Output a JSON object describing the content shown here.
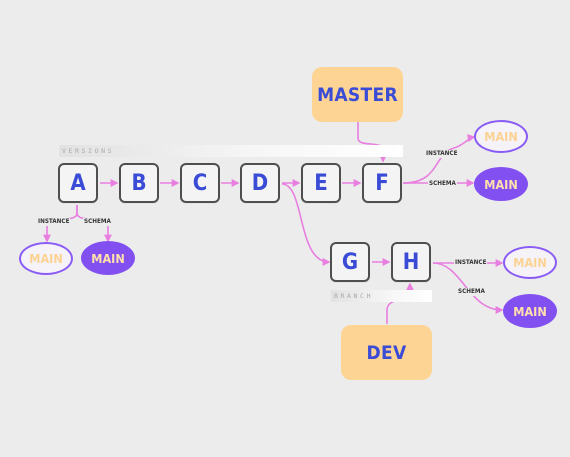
{
  "versions_label": "VERSIONS",
  "branch_label": "BRANCH",
  "commits": [
    {
      "id": "A",
      "label": "A"
    },
    {
      "id": "B",
      "label": "B"
    },
    {
      "id": "C",
      "label": "C"
    },
    {
      "id": "D",
      "label": "D"
    },
    {
      "id": "E",
      "label": "E"
    },
    {
      "id": "F",
      "label": "F"
    },
    {
      "id": "G",
      "label": "G"
    },
    {
      "id": "H",
      "label": "H"
    }
  ],
  "branches": {
    "master": "MASTER",
    "dev": "DEV"
  },
  "outputs": {
    "a_instance": "MAIN",
    "a_schema": "MAIN",
    "f_instance": "MAIN",
    "f_schema": "MAIN",
    "h_instance": "MAIN",
    "h_schema": "MAIN"
  },
  "edge_labels": {
    "instance": "INSTANCE",
    "schema": "SCHEMA"
  },
  "colors": {
    "background": "#ececec",
    "edge": "#e87fe0",
    "node_text": "#3a4bd6",
    "node_border": "#4f4f4f",
    "branch_fill": "#fdd493",
    "pill_solid": "#8250f0",
    "pill_outline_border": "#8a5cf5",
    "pill_text": "#fbd292"
  }
}
